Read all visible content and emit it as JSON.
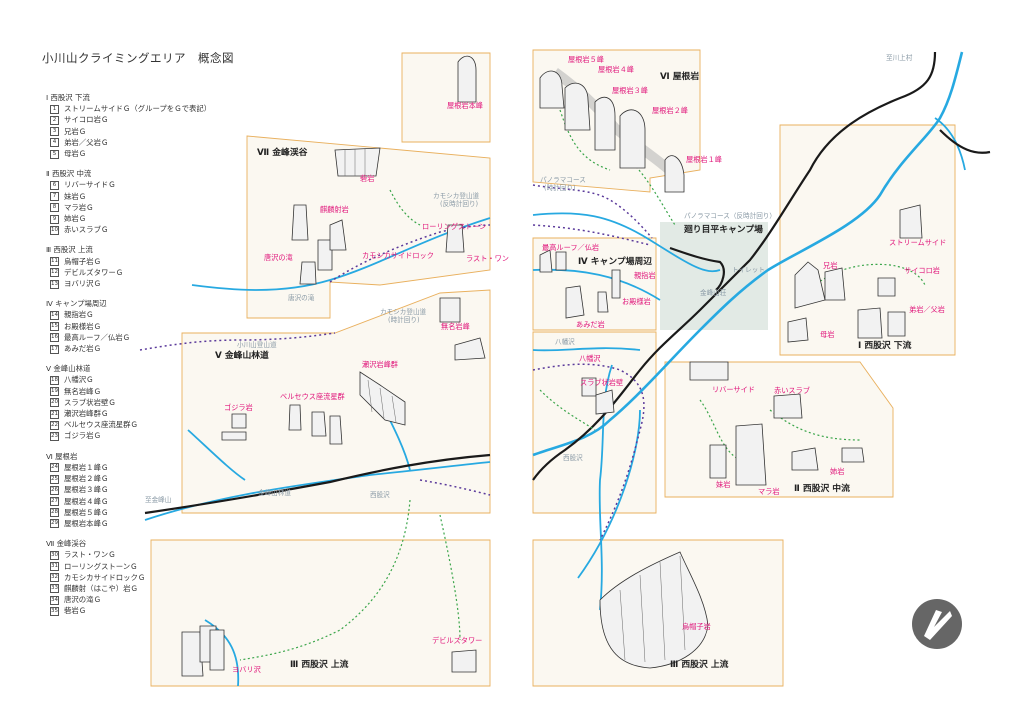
{
  "title": "小川山クライミングエリア　概念図",
  "legend": [
    {
      "title": "Ⅰ 西股沢 下流",
      "items": [
        {
          "n": "1",
          "t": "ストリームサイドＧ（グループをＧで表記）"
        },
        {
          "n": "2",
          "t": "サイコロ岩Ｇ"
        },
        {
          "n": "3",
          "t": "兄岩Ｇ"
        },
        {
          "n": "4",
          "t": "弟岩／父岩Ｇ"
        },
        {
          "n": "5",
          "t": "母岩Ｇ"
        }
      ]
    },
    {
      "title": "Ⅱ 西股沢 中流",
      "items": [
        {
          "n": "6",
          "t": "リバーサイドＧ"
        },
        {
          "n": "7",
          "t": "妹岩Ｇ"
        },
        {
          "n": "8",
          "t": "マラ岩Ｇ"
        },
        {
          "n": "9",
          "t": "姉岩Ｇ"
        },
        {
          "n": "10",
          "t": "赤いスラブＧ"
        }
      ]
    },
    {
      "title": "Ⅲ 西股沢 上流",
      "items": [
        {
          "n": "11",
          "t": "烏帽子岩Ｇ"
        },
        {
          "n": "12",
          "t": "デビルズタワーＧ"
        },
        {
          "n": "13",
          "t": "ヨバリ沢Ｇ"
        }
      ]
    },
    {
      "title": "Ⅳ キャンプ場周辺",
      "items": [
        {
          "n": "14",
          "t": "親指岩Ｇ"
        },
        {
          "n": "15",
          "t": "お殿様岩Ｇ"
        },
        {
          "n": "16",
          "t": "最高ルーフ／仏岩Ｇ"
        },
        {
          "n": "17",
          "t": "あみだ岩Ｇ"
        }
      ]
    },
    {
      "title": "Ⅴ 金峰山林道",
      "items": [
        {
          "n": "18",
          "t": "八幡沢Ｇ"
        },
        {
          "n": "19",
          "t": "無名岩峰Ｇ"
        },
        {
          "n": "20",
          "t": "スラブ状岩壁Ｇ"
        },
        {
          "n": "21",
          "t": "瀬沢岩峰群Ｇ"
        },
        {
          "n": "22",
          "t": "ベルセウス座流星群Ｇ"
        },
        {
          "n": "23",
          "t": "ゴジラ岩Ｇ"
        }
      ]
    },
    {
      "title": "Ⅵ 屋根岩",
      "items": [
        {
          "n": "24",
          "t": "屋根岩１峰Ｇ"
        },
        {
          "n": "25",
          "t": "屋根岩２峰Ｇ"
        },
        {
          "n": "26",
          "t": "屋根岩３峰Ｇ"
        },
        {
          "n": "27",
          "t": "屋根岩４峰Ｇ"
        },
        {
          "n": "28",
          "t": "屋根岩５峰Ｇ"
        },
        {
          "n": "29",
          "t": "屋根岩本峰Ｇ"
        }
      ]
    },
    {
      "title": "Ⅶ 金峰渓谷",
      "items": [
        {
          "n": "30",
          "t": "ラスト・ワンＧ"
        },
        {
          "n": "31",
          "t": "ローリングストーンＧ"
        },
        {
          "n": "32",
          "t": "カモシカサイドロックＧ"
        },
        {
          "n": "33",
          "t": "麒麟射（はこや）岩Ｇ"
        },
        {
          "n": "34",
          "t": "唐沢の滝Ｇ"
        },
        {
          "n": "35",
          "t": "砦岩Ｇ"
        }
      ]
    }
  ],
  "areas": {
    "a1": "Ⅰ 西股沢 下流",
    "a2": "Ⅱ 西股沢 中流",
    "a3a": "Ⅲ 西股沢 上流",
    "a3b": "Ⅲ 西股沢 上流",
    "a4": "Ⅳ キャンプ場周辺",
    "a5": "Ⅴ 金峰山林道",
    "a6": "Ⅵ 屋根岩",
    "a7": "Ⅶ 金峰渓谷",
    "camp": "廻り目平キャンプ場"
  },
  "crags": {
    "c1": "ストリームサイド",
    "c2": "サイコロ岩",
    "c3": "兄岩",
    "c4": "弟岩／父岩",
    "c5": "母岩",
    "c6": "リバーサイド",
    "c7": "妹岩",
    "c8": "マラ岩",
    "c9": "姉岩",
    "c10": "赤いスラブ",
    "c11": "烏帽子岩",
    "c12": "デビルズタワー",
    "c13": "ヨバリ沢",
    "c14": "親指岩",
    "c15": "お殿様岩",
    "c16": "最高ルーフ／仏岩",
    "c17": "あみだ岩",
    "c18": "八幡沢",
    "c19": "無名岩峰",
    "c20": "スラブ状岩壁",
    "c21": "瀬沢岩峰群",
    "c22": "ベルセウス座流星群",
    "c23": "ゴジラ岩",
    "c24": "屋根岩１峰",
    "c25": "屋根岩２峰",
    "c26": "屋根岩３峰",
    "c27": "屋根岩４峰",
    "c28": "屋根岩５峰",
    "c29": "屋根岩本峰",
    "c30": "ラスト・ワン",
    "c31": "ローリングストーン",
    "c32": "カモシカサイドロック",
    "c33": "麒麟射岩",
    "c34": "唐沢の滝",
    "c35": "砦岩"
  },
  "places": {
    "to_kawakami": "至川上村",
    "to_kinpu": "至金峰山",
    "panorama1": "パノラマコース",
    "panorama1b": "(時計回り)",
    "panorama2": "パノラマコース（反時計回り）",
    "kamoshika1": "カモシカ登山道",
    "kamoshika1b": "(反時計回り)",
    "kamoshika2": "カモシカ登山道",
    "kamoshika2b": "(時計回り)",
    "karasawa_falls": "唐沢の滝",
    "ogawayama_trail": "小川山登山道",
    "hachiman": "八幡沢",
    "nishimata1": "西股沢",
    "nishimata2": "西股沢",
    "rindo": "金峰山林道",
    "kinpu_so": "金峰山荘",
    "toilet": "トイレット"
  },
  "colors": {
    "river": "#27a9e1",
    "road": "#1a1a1a",
    "trail_purple": "#5b3a9b",
    "trail_green": "#3aa54a",
    "area_border": "#e9b05e",
    "crag_label": "#e0157a"
  },
  "icons": {
    "north": "north-arrow-icon"
  }
}
